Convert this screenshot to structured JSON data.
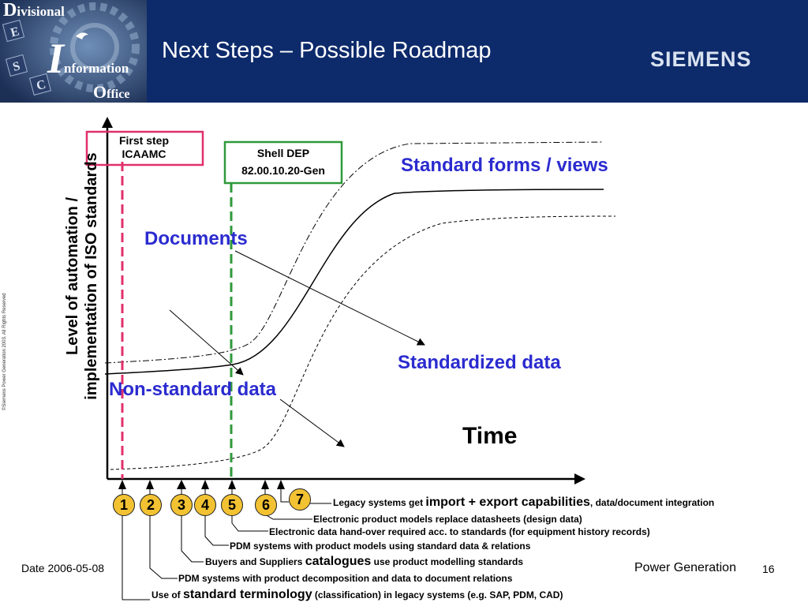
{
  "header": {
    "title": "Next Steps – Possible Roadmap",
    "brand": "SIEMENS",
    "logo": {
      "line1_cap": "D",
      "line1_rest": "ivisional",
      "line2_cap": "I",
      "line2_rest": "nformation",
      "line3_cap": "O",
      "line3_rest": "ffice"
    }
  },
  "copyright": "©Siemens Power Generation 2003. All Rights Reserved",
  "diagram": {
    "y_axis_label_line1": "Level of automation /",
    "y_axis_label_line2": "implementation of ISO standards",
    "x_axis_label": "Time",
    "first_step": {
      "line1": "First step",
      "line2": "ICAAMC",
      "color": "#e0306c"
    },
    "shell_dep": {
      "line1": "Shell DEP",
      "line2": "82.00.10.20-Gen",
      "color": "#2e9a3a"
    },
    "labels": {
      "standard_forms": "Standard forms / views",
      "documents": "Documents",
      "standardized_data": "Standardized data",
      "non_standard_data": "Non-standard data"
    },
    "accent_color": "#2b2bd0",
    "badge_color": "#f2c232"
  },
  "steps": [
    {
      "num": "1",
      "pre": "Use of ",
      "emph": "standard terminology",
      "post": " (classification) in legacy systems (e.g. SAP, PDM, CAD)"
    },
    {
      "num": "2",
      "pre": "PDM systems with product decomposition and data to document relations",
      "emph": "",
      "post": ""
    },
    {
      "num": "3",
      "pre": "Buyers and Suppliers ",
      "emph": "catalogues",
      "post": " use product modelling standards"
    },
    {
      "num": "4",
      "pre": "PDM systems with product models using standard data & relations",
      "emph": "",
      "post": ""
    },
    {
      "num": "5",
      "pre": "Electronic data hand-over required acc. to standards (for equipment history records)",
      "emph": "",
      "post": ""
    },
    {
      "num": "6",
      "pre": "Electronic product models replace datasheets (design data)",
      "emph": "",
      "post": ""
    },
    {
      "num": "7",
      "pre": "Legacy systems get ",
      "emph": "import + export capabilities",
      "post": ", data/document integration"
    }
  ],
  "footer": {
    "date": "Date 2006-05-08",
    "org": "Power Generation",
    "page": "16"
  }
}
